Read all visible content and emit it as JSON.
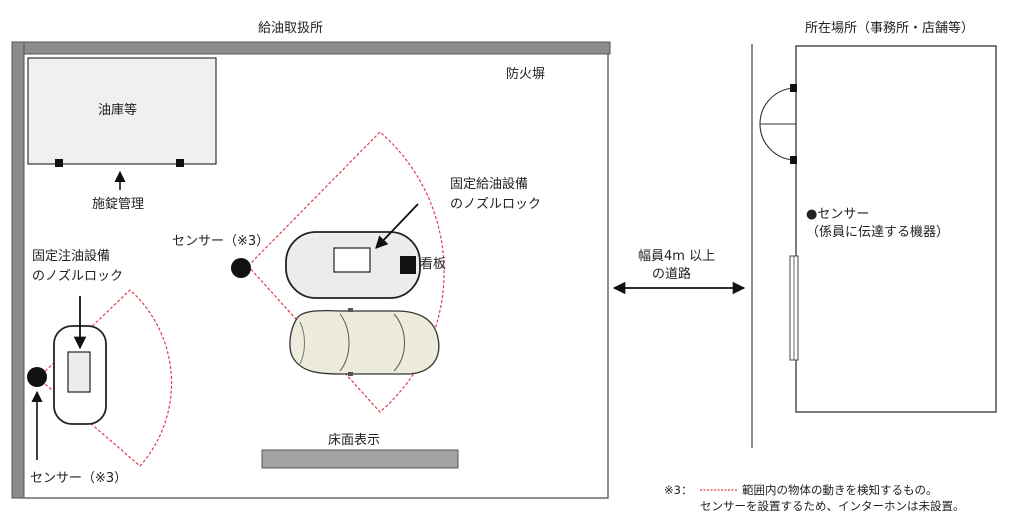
{
  "labels": {
    "station_title": "給油取扱所",
    "office_title": "所在場所（事務所・店舗等）",
    "firewall": "防火塀",
    "storage": "油庫等",
    "lock_management": "施錠管理",
    "fixed_fueling_line1": "固定給油設備",
    "fixed_fueling_line2": "のノズルロック",
    "fixed_injection_line1": "固定注油設備",
    "fixed_injection_line2": "のノズルロック",
    "sensor_upper": "センサー（※3）",
    "sensor_lower": "センサー（※3）",
    "signboard": "看板",
    "road_line1": "幅員4m 以上",
    "road_line2": "の道路",
    "office_sensor_line1": "●センサー",
    "office_sensor_line2": "（係員に伝達する機器）",
    "floor_display": "床面表示"
  },
  "note": {
    "marker": "※3：",
    "line1": "範囲内の物体の動きを検知するもの。",
    "line2": "センサーを設置するため、インターホンは未設置。"
  },
  "colors": {
    "sensor_range": "#e03c4a",
    "wall": "#8c8c8c",
    "storage_fill": "#f0f0f0",
    "dispenser_fill": "#ececec",
    "car_fill": "#ecebdc",
    "floor_bar": "#a3a3a3"
  }
}
